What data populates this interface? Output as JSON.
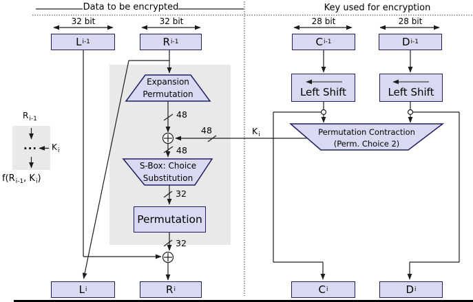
{
  "titles": {
    "left": "Data to be encrypted",
    "right": "Key used for encryption"
  },
  "bit_labels": {
    "l": "32 bit",
    "r": "32 bit",
    "c": "28 bit",
    "d": "28 bit"
  },
  "registers": {
    "l_prev": {
      "main": "L",
      "sub": "i-1"
    },
    "r_prev": {
      "main": "R",
      "sub": "i-1"
    },
    "c_prev": {
      "main": "C",
      "sub": "i-1"
    },
    "d_prev": {
      "main": "D",
      "sub": "i-1"
    },
    "l_next": {
      "main": "L",
      "sub": "i"
    },
    "r_next": {
      "main": "R",
      "sub": "i"
    },
    "c_next": {
      "main": "C",
      "sub": "i"
    },
    "d_next": {
      "main": "D",
      "sub": "i"
    }
  },
  "blocks": {
    "expansion_line1": "Expansion",
    "expansion_line2": "Permutation",
    "sbox_line1": "S-Box: Choice",
    "sbox_line2": "Substitution",
    "permutation": "Permutation",
    "perm_contraction_line1": "Permutation Contraction",
    "perm_contraction_line2": "(Perm. Choice 2)",
    "left_shift_c": "Left Shift",
    "left_shift_d": "Left Shift"
  },
  "wire_labels": {
    "w48_expansion_out": "48",
    "w48_key_in": "48",
    "w48_xor_out": "48",
    "w32_sbox_out": "32",
    "w32_perm_out": "32",
    "key": {
      "main": "K",
      "sub": "i"
    }
  },
  "legend": {
    "r_input": {
      "main": "R",
      "sub": "i-1"
    },
    "dots": "···",
    "key": {
      "main": "K",
      "sub": "i"
    },
    "f_output": {
      "p1": "f(R",
      "sub1": "i-1",
      "p2": ", K",
      "sub2": "i",
      "p3": ")"
    }
  },
  "colors": {
    "box_fill": "#d9d9f2",
    "box_border": "#1d1d5e",
    "panel_gray": "#e9e9e9",
    "wire": "#1c1c1c"
  }
}
